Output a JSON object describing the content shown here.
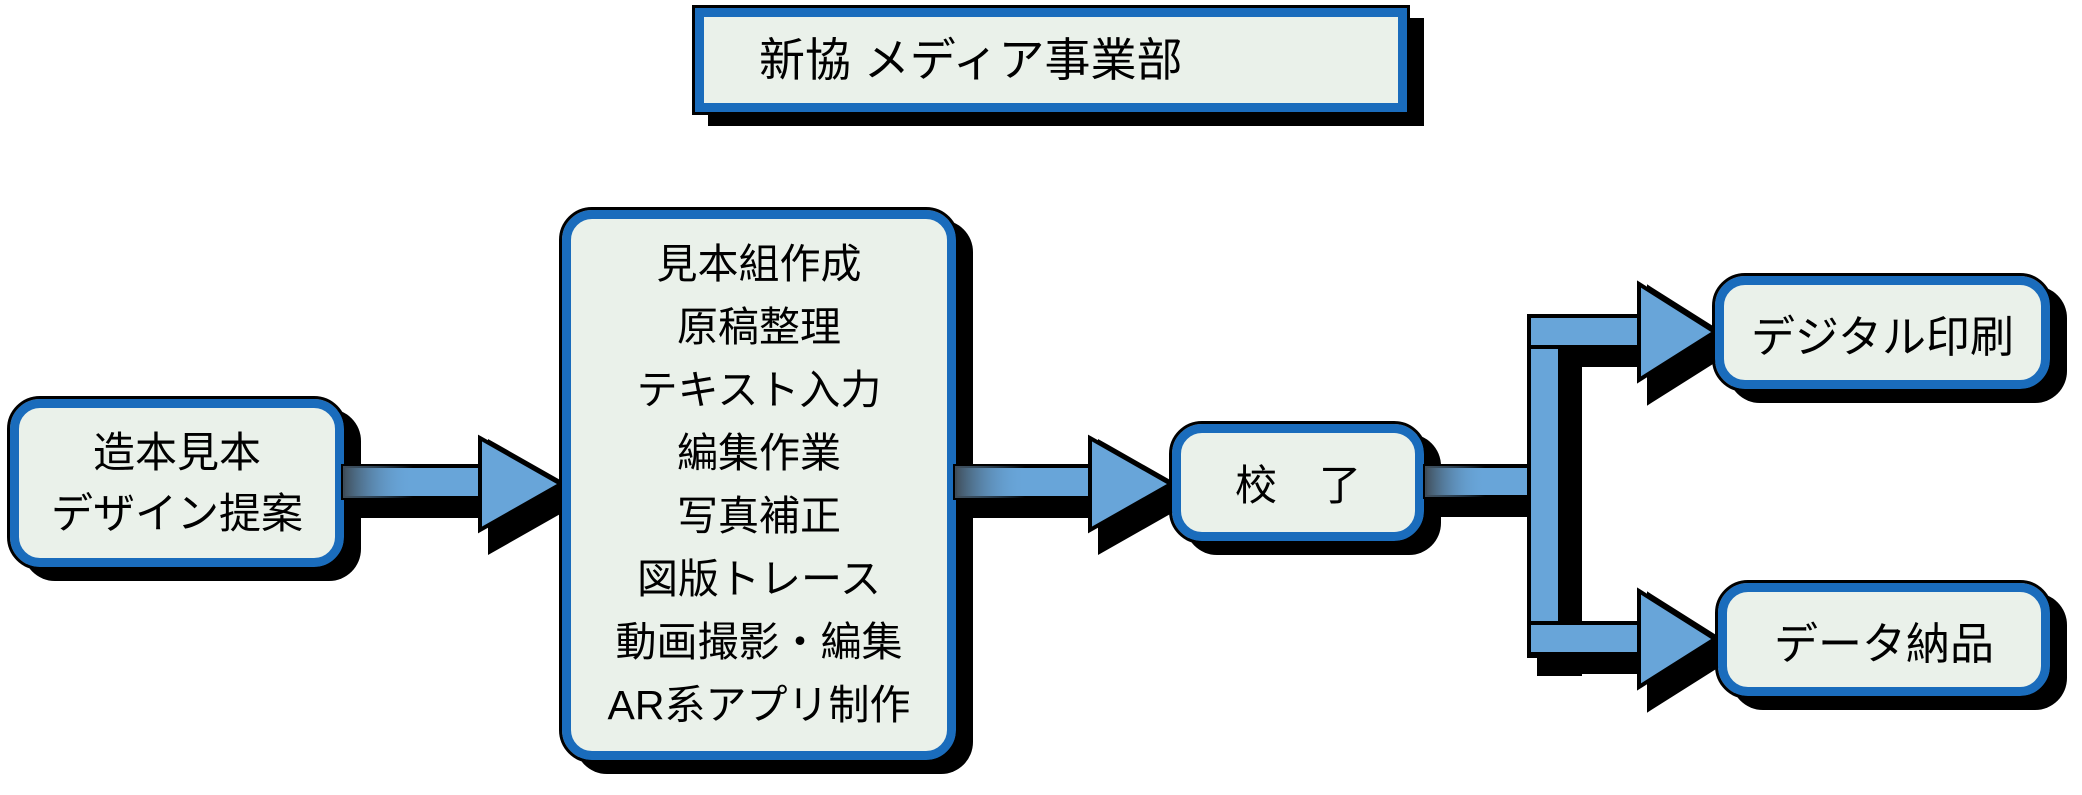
{
  "diagram": {
    "title": "新協 メディア事業部",
    "nodes": {
      "design": {
        "lines": [
          "造本見本",
          "デザイン提案"
        ]
      },
      "production": {
        "lines": [
          "見本組作成",
          "原稿整理",
          "テキスト入力",
          "編集作業",
          "写真補正",
          "図版トレース",
          "動画撮影・編集",
          "AR系アプリ制作"
        ]
      },
      "proof": {
        "label": "校　了"
      },
      "digital_print": {
        "label": "デジタル印刷"
      },
      "data_delivery": {
        "label": "データ納品"
      }
    },
    "flow": {
      "from_design_to": "production",
      "from_production_to": "proof",
      "proof_branches_to": [
        "digital_print",
        "data_delivery"
      ]
    },
    "colors": {
      "border_blue": "#1a6cbc",
      "arrow_blue": "#68a5d9",
      "box_fill": "#eaf1ea",
      "shadow": "#000000",
      "background": "#ffffff",
      "text": "#000000"
    }
  }
}
